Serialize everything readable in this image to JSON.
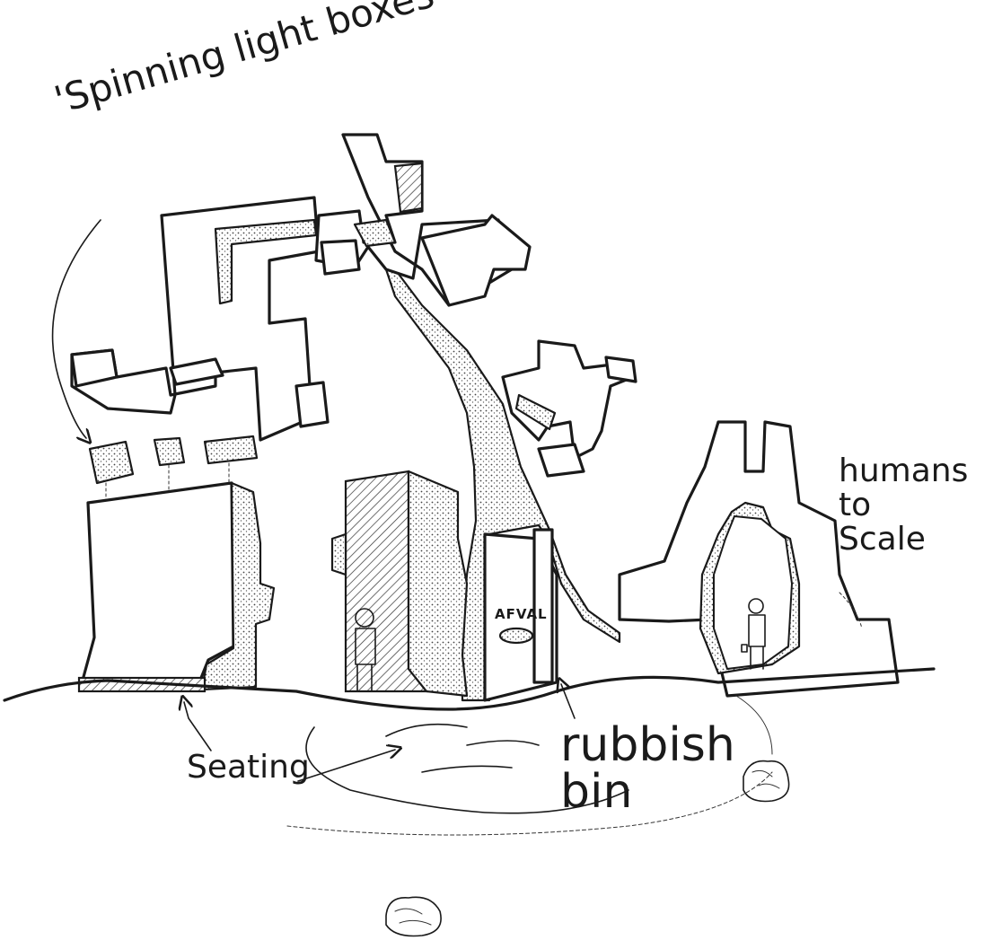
{
  "labels": {
    "spinning_light_boxes": "'Spinning light boxes'",
    "humans_to_scale": "humans\nto\nScale",
    "seating": "Seating",
    "rubbish_bin": "rubbish\nbin",
    "afval": "AFVAL"
  },
  "colors": {
    "ink": "#1a1a1a",
    "paper": "#ffffff"
  }
}
